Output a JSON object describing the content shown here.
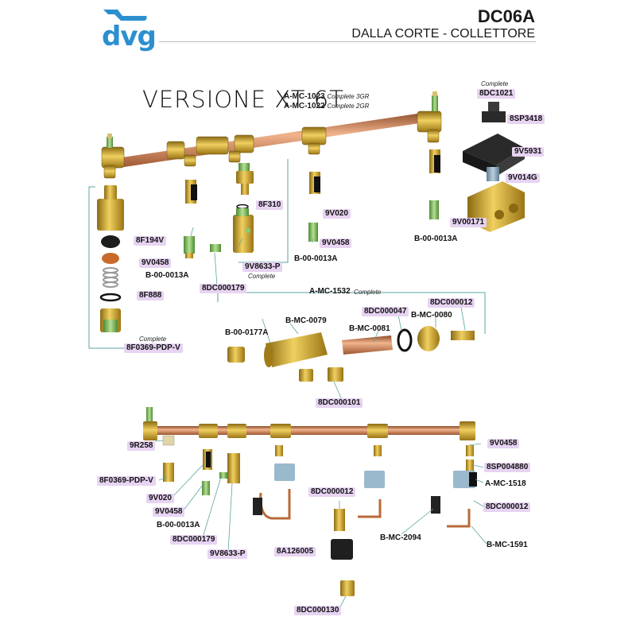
{
  "header": {
    "logo_text": "dvg",
    "code": "DC06A",
    "subtitle": "DALLA CORTE - COLLETTORE"
  },
  "version": {
    "title": "VERSIONE XT 6T",
    "codes": [
      {
        "code": "A-MC-1023",
        "note": "Complete 3GR"
      },
      {
        "code": "A-MC-1022",
        "note": "Complete 2GR"
      }
    ]
  },
  "labels": {
    "complete_8dc1021_note": "Complete",
    "l_8DC1021": "8DC1021",
    "l_8SP3418": "8SP3418",
    "l_9V5931": "9V5931",
    "l_9V014G": "9V014G",
    "l_9V00171": "9V00171",
    "l_B0013A_r": "B-00-0013A",
    "l_8F310": "8F310",
    "l_9V020_top": "9V020",
    "l_9V0458_mid": "9V0458",
    "l_B0013A_mid": "B-00-0013A",
    "l_8F194V": "8F194V",
    "l_9V0458_left": "9V0458",
    "l_B0013A_left": "B-00-0013A",
    "l_8DC000179_top": "8DC000179",
    "l_9V8633P_top": "9V8633-P",
    "complete_9v8633_note": "Complete",
    "l_8F888": "8F888",
    "complete_8f0369_note": "Complete",
    "l_8F0369_top": "8F0369-PDP-V",
    "l_AMC1532": "A-MC-1532",
    "complete_amc1532_note": "Complete",
    "l_8DC000047": "8DC000047",
    "l_8DC000012_top": "8DC000012",
    "l_B0177A": "B-00-0177A",
    "l_BMC0079": "B-MC-0079",
    "l_BMC0081": "B-MC-0081",
    "l_BMC0080": "B-MC-0080",
    "l_8DC000101": "8DC000101",
    "l_9R258": "9R258",
    "l_9V0458_r": "9V0458",
    "l_8SP004880": "8SP004880",
    "l_AMC1518": "A-MC-1518",
    "l_8DC000012_r": "8DC000012",
    "l_8F0369_bot": "8F0369-PDP-V",
    "l_8DC000012_mid": "8DC000012",
    "l_9V020_bot": "9V020",
    "l_9V0458_bot": "9V0458",
    "l_B0013A_bot": "B-00-0013A",
    "l_8DC000179_bot": "8DC000179",
    "l_9V8633P_bot": "9V8633-P",
    "l_8A126005": "8A126005",
    "l_BMC2094": "B-MC-2094",
    "l_BMC1591": "B-MC-1591",
    "l_8DC000130": "8DC000130"
  },
  "colors": {
    "brass": "#c9a227",
    "copper": "#c97b4a",
    "green_fitting": "#8fc46a",
    "highlight": "#e7d3f2",
    "logo": "#2b8fd0",
    "line": "#5aa6a0"
  }
}
